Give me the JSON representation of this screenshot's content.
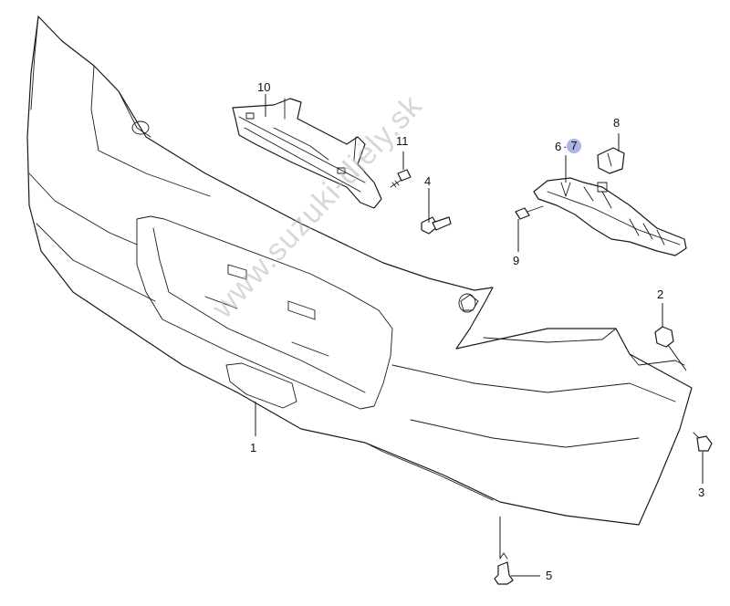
{
  "watermark": "www.suzuki-diely.sk",
  "highlight_color": "#a9b6e6",
  "callouts": {
    "c1": "1",
    "c2": "2",
    "c3": "3",
    "c4": "4",
    "c5": "5",
    "c6": "6",
    "c6_sep": "·",
    "c7": "7",
    "c8": "8",
    "c9": "9",
    "c10": "10",
    "c11": "11"
  }
}
